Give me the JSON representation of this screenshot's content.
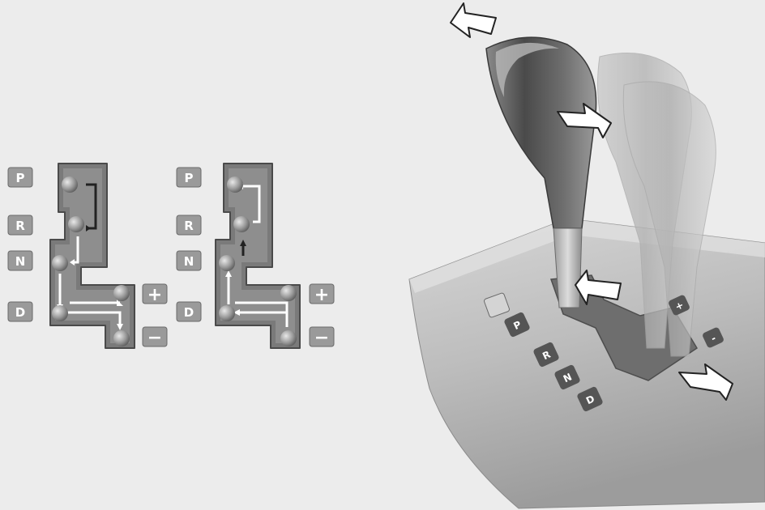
{
  "left_diagram": {
    "labels": {
      "p": "P",
      "r": "R",
      "n": "N",
      "d": "D"
    },
    "plus": "+",
    "minus": "−"
  },
  "right_diagram": {
    "labels": {
      "p": "P",
      "r": "R",
      "n": "N",
      "d": "D"
    },
    "plus": "+",
    "minus": "−"
  },
  "console": {
    "gate_labels": {
      "p": "P",
      "r": "R",
      "n": "N",
      "d": "D"
    },
    "plus": "+",
    "minus": "-"
  }
}
